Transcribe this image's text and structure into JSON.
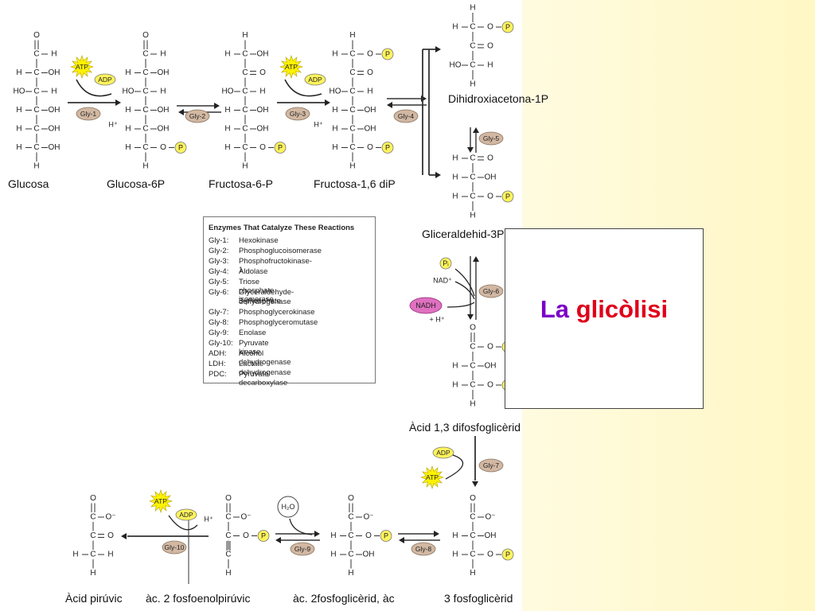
{
  "title": {
    "part1": "La",
    "part2": "glicòlisi"
  },
  "labels": {
    "glucosa": "Glucosa",
    "glucosa6p": "Glucosa-6P",
    "fructosa6p": "Fructosa-6-P",
    "fructosa16dip": "Fructosa-1,6 diP",
    "dihidroxiacetona": "Dihidroxiacetona-1P",
    "gliceraldehid": "Gliceraldehid-3P",
    "acid13": "Àcid 1,3 difosfoglicèrid",
    "acidpiruvic": "Àcid pirúvic",
    "fosfoenolpiruvic": "àc. 2 fosfoenolpirúvic",
    "fosfoglicerid2": "àc. 2fosfoglicèrid, àc",
    "fosfoglicerid3": "3 fosfoglicèrid"
  },
  "legend": {
    "title": "Enzymes That Catalyze These Reactions",
    "rows": [
      {
        "code": "Gly-1:",
        "name": "Hexokinase"
      },
      {
        "code": "Gly-2:",
        "name": "Phosphoglucoisomerase"
      },
      {
        "code": "Gly-3:",
        "name": "Phosphofructokinase-1"
      },
      {
        "code": "Gly-4:",
        "name": "Aldolase"
      },
      {
        "code": "Gly-5:",
        "name": "Triose phosphate isomerase"
      },
      {
        "code": "Gly-6:",
        "name": "Glyceraldehyde-3-phosphate"
      },
      {
        "code": "",
        "name": "dehydrogenase"
      },
      {
        "code": "Gly-7:",
        "name": "Phosphoglycerokinase"
      },
      {
        "code": "Gly-8:",
        "name": "Phosphoglyceromutase"
      },
      {
        "code": "Gly-9:",
        "name": "Enolase"
      },
      {
        "code": "Gly-10:",
        "name": "Pyruvate kinase"
      },
      {
        "code": "ADH:",
        "name": "Alcohol dehydrogenase"
      },
      {
        "code": "LDH:",
        "name": "Lactate dehydrogenase"
      },
      {
        "code": "PDC:",
        "name": "Pyruvate decarboxylase"
      }
    ]
  },
  "enzymes": {
    "gly1": "Gly-1",
    "gly2": "Gly-2",
    "gly3": "Gly-3",
    "gly4": "Gly-4",
    "gly5": "Gly-5",
    "gly6": "Gly-6",
    "gly7": "Gly-7",
    "gly8": "Gly-8",
    "gly9": "Gly-9",
    "gly10": "Gly-10"
  },
  "cofactors": {
    "atp": "ATP",
    "adp": "ADP",
    "hplus": "H⁺",
    "nadplus": "NAD⁺",
    "nadh": "NADH",
    "hplus_nadh": "+ H⁺",
    "water": "H₂O",
    "pi": "Pᵢ"
  },
  "atoms": {
    "c": "C",
    "h": "H",
    "o": "O",
    "oh": "OH",
    "ho": "HO",
    "ominus": "O⁻",
    "p": "P"
  },
  "colors": {
    "atp_star": "#fff200",
    "enzyme_oval": "#d2b8a3",
    "phosphate": "#fff35c",
    "nadh": "#e070c0",
    "title_la": "#7b00c8",
    "title_glicolisi": "#e0001a"
  }
}
